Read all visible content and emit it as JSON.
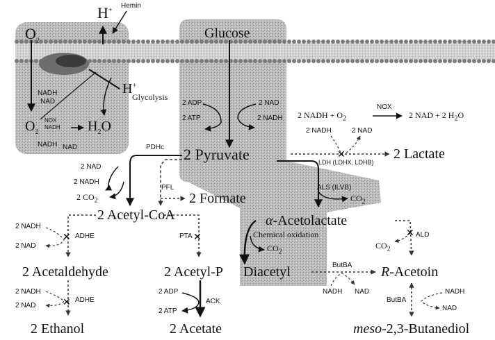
{
  "labels": {
    "hemin": "Hemin",
    "o2_top": "O",
    "o2_top_sub": "2",
    "h_top": "H",
    "h_top_sup": "+",
    "h_plus": "H",
    "h_plus_sup": "+",
    "nadh_mem": "NADH",
    "nad_mem": "NAD",
    "o2_bottom": "O",
    "o2_bottom_sub": "2",
    "h2o": "H",
    "h2o_sub": "2",
    "h2o_tail": "O",
    "nox_small_1": "NOX",
    "nox_small_2": "NADH",
    "nadh_left": "NADH",
    "nad_left": "NAD",
    "glycolysis": "Glycolysis",
    "glucose": "Glucose",
    "two_adp_left": "2 ADP",
    "two_atp_left": "2 ATP",
    "two_nad_right": "2 NAD",
    "two_nadh_right": "2 NADH",
    "nox_equation": "2 NADH + O",
    "nox_equation_sub": "2",
    "nox_label": "NOX",
    "nox_products": "2 NAD  + 2 H",
    "nox_products_sub": "2",
    "nox_products_tail": "O",
    "pyruvate": "2 Pyruvate",
    "pdh": "PDHc",
    "nad_pdh": "2 NAD",
    "nadh_pdh": "2 NADH",
    "co2_pdh": "2 CO",
    "co2_pdh_sub": "2",
    "pfl": "PFL",
    "formate": "2 Formate",
    "nadh_ldh": "2 NADH",
    "nad_ldh": "2 NAD",
    "ldh_label": "LDH (LDHX, LDHB)",
    "lactate": "2 Lactate",
    "als_label": "ALS (ILVB)",
    "co2_als": "CO",
    "co2_als_sub": "2",
    "acetyl_coa": "2 Acetyl-CoA",
    "acetolactate_greek": "α",
    "acetolactate": "-Acetolactate",
    "chemical_oxidation": "Chemical oxidation",
    "co2_chem": "CO",
    "co2_chem_sub": "2",
    "ald_label": "ALD",
    "co2_ald": "CO",
    "co2_ald_sub": "2",
    "nadh_adhe1": "2 NADH",
    "nad_adhe1": "2 NAD",
    "adhe1": "ADHE",
    "pta": "PTA",
    "acetaldehyde": "2 Acetaldehyde",
    "acetyl_p": "2 Acetyl-P",
    "diacetyl": "Diacetyl",
    "butba_top": "ButBA",
    "r_acetoin_italic": "R",
    "r_acetoin": "-Acetoin",
    "nadh_butba1": "NADH",
    "nad_butba1": "NAD",
    "nadh_adhe2": "2 NADH",
    "nad_adhe2": "2 NAD",
    "adhe2": "ADHE",
    "adp_ack": "2 ADP",
    "atp_ack": "2 ATP",
    "ack": "ACK",
    "butba_bottom": "ButBA",
    "nadh_butba2": "NADH",
    "nad_butba2": "NAD",
    "ethanol": "2 Ethanol",
    "acetate": "2 Acetate",
    "butanediol_italic": "meso",
    "butanediol": "-2,3-Butanediol"
  }
}
